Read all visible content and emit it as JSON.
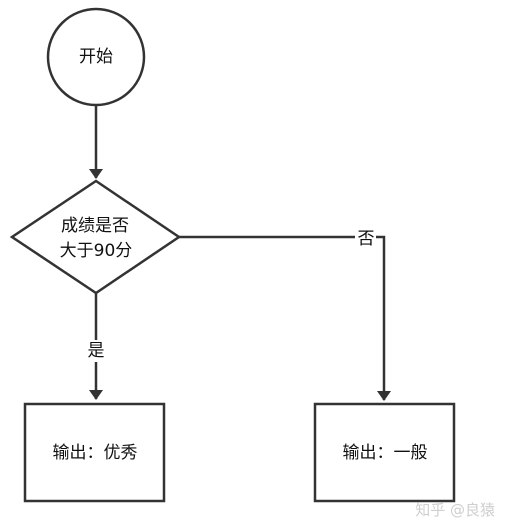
{
  "flowchart": {
    "start": {
      "label": "开始"
    },
    "decision": {
      "line1": "成绩是否",
      "line2": "大于90分"
    },
    "result_yes": {
      "label": "输出：优秀"
    },
    "result_no": {
      "label": "输出：一般"
    },
    "edges": {
      "yes_label": "是",
      "no_label": "否"
    }
  },
  "watermark": {
    "text": "知乎 @良猿"
  },
  "colors": {
    "stroke": "#333333",
    "text": "#111111",
    "watermark": "#cfcfcf"
  }
}
